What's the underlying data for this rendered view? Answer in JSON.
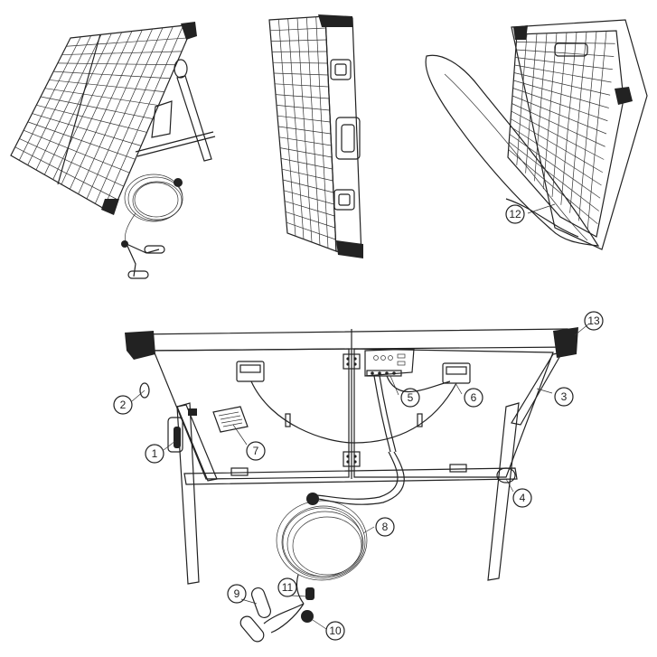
{
  "callouts": [
    {
      "label": "1"
    },
    {
      "label": "2"
    },
    {
      "label": "3"
    },
    {
      "label": "4"
    },
    {
      "label": "5"
    },
    {
      "label": "6"
    },
    {
      "label": "7"
    },
    {
      "label": "8"
    },
    {
      "label": "9"
    },
    {
      "label": "10"
    },
    {
      "label": "11"
    },
    {
      "label": "12"
    },
    {
      "label": "13"
    }
  ],
  "colors": {
    "line": "#222222",
    "case_fill": "#e6e6e6",
    "corner": "#1f1f1f"
  }
}
